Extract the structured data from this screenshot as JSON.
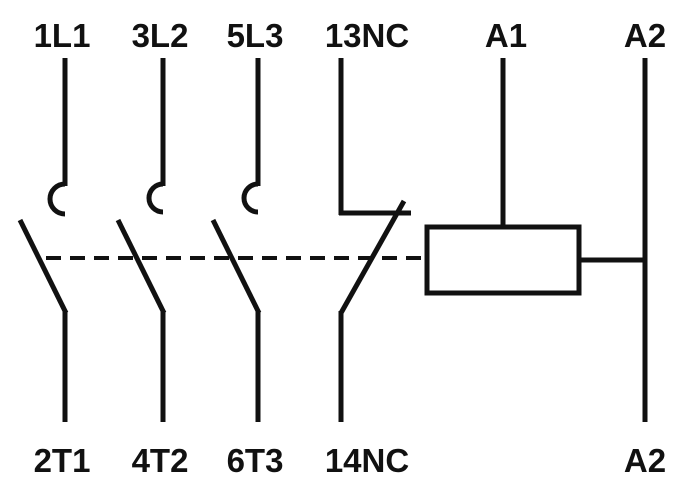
{
  "diagram": {
    "kind": "contactor-wiring-schematic",
    "colors": {
      "line": "#111111",
      "background": "#ffffff"
    },
    "terminals": {
      "top": [
        "1L1",
        "3L2",
        "5L3",
        "13NC",
        "A1",
        "A2"
      ],
      "bottom": [
        "2T1",
        "4T2",
        "6T3",
        "14NC",
        "A2"
      ]
    }
  }
}
